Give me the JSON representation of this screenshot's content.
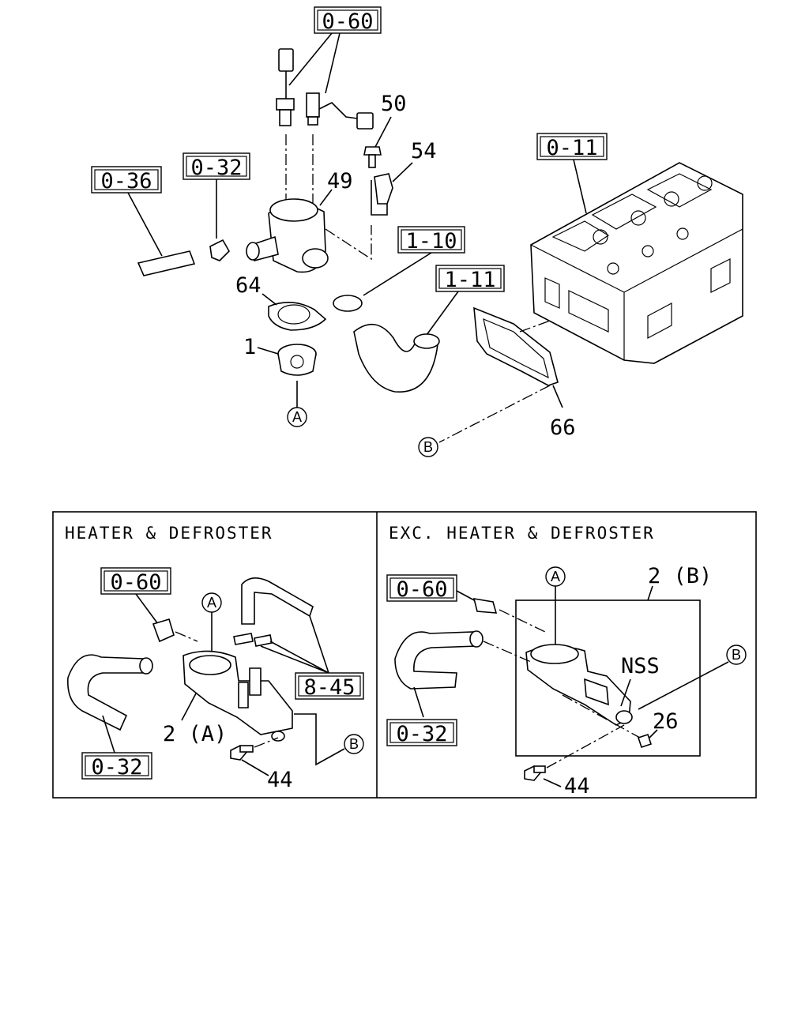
{
  "refs": {
    "top_0_60": "0-60",
    "top_0_32": "0-32",
    "top_0_36": "0-36",
    "top_0_11": "0-11",
    "top_1_10": "1-10",
    "top_1_11": "1-11",
    "left_0_60": "0-60",
    "left_8_45": "8-45",
    "left_0_32": "0-32",
    "right_0_60": "0-60",
    "right_0_32": "0-32"
  },
  "parts": {
    "p50": "50",
    "p54": "54",
    "p49": "49",
    "p64": "64",
    "p1": "1",
    "p66": "66",
    "left_2a": "2 (A)",
    "left_44": "44",
    "right_2b": "2 (B)",
    "right_nss": "NSS",
    "right_26": "26",
    "right_44": "44"
  },
  "markers": {
    "a": "A",
    "b": "B"
  },
  "panels": {
    "left_title": "HEATER & DEFROSTER",
    "right_title": "EXC. HEATER & DEFROSTER"
  }
}
